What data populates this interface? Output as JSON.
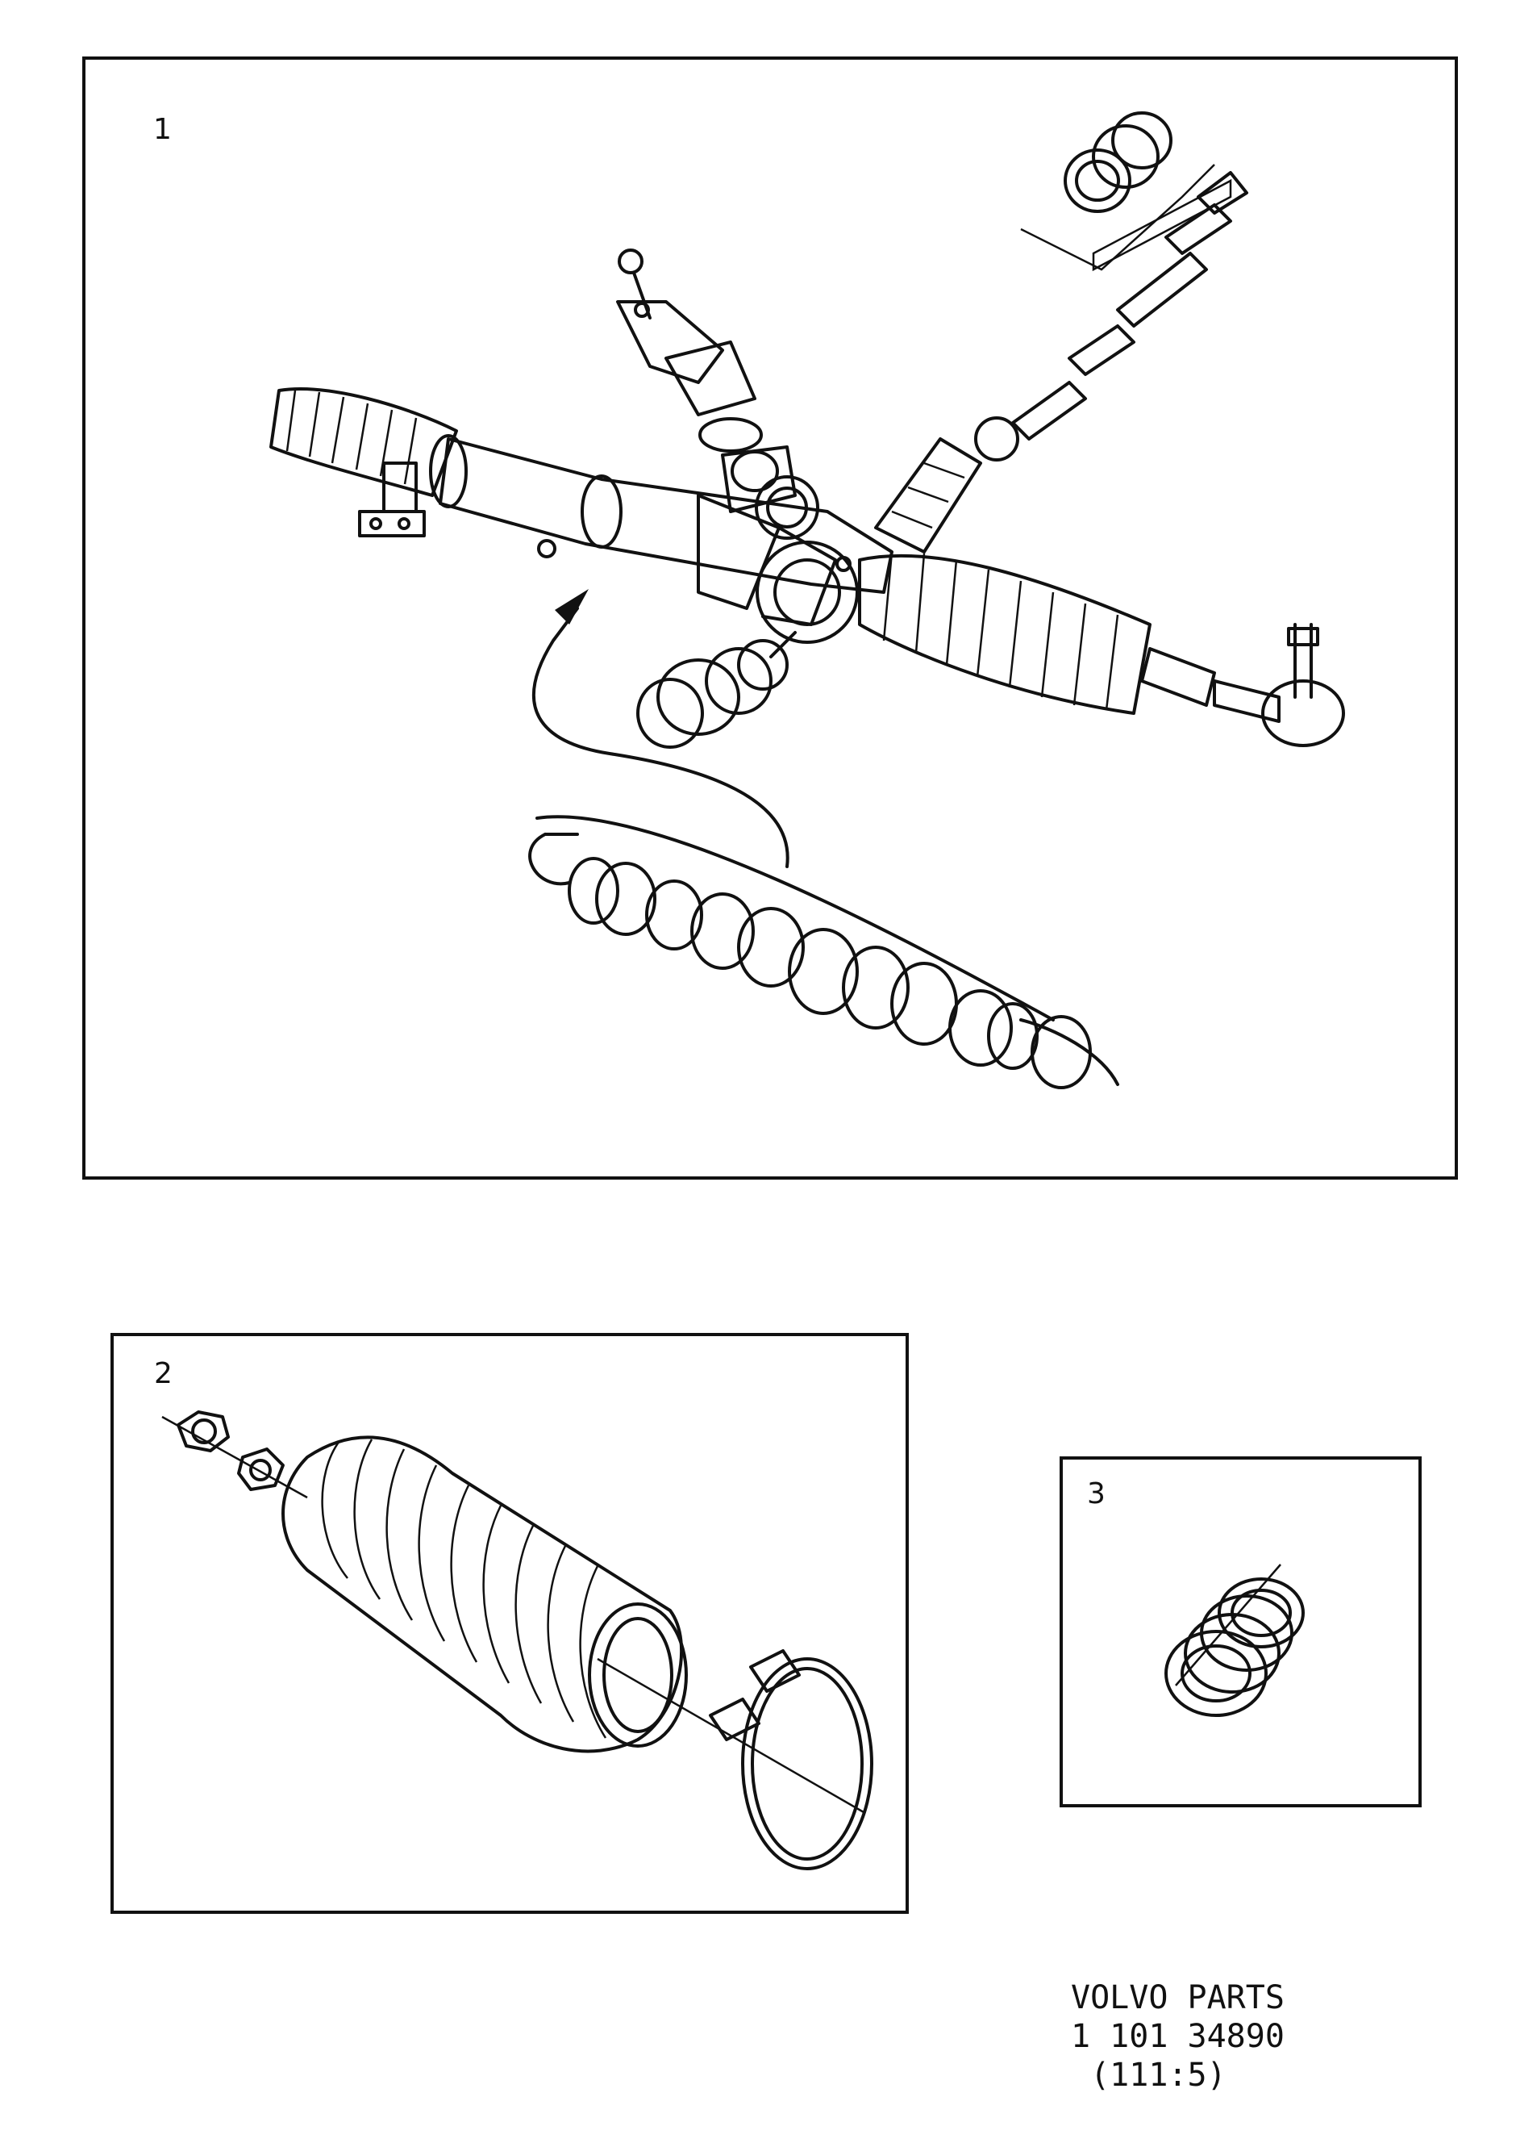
{
  "panels": [
    {
      "number": "1",
      "content": "steering-gear-assembly-exploded"
    },
    {
      "number": "2",
      "content": "bellows-kit"
    },
    {
      "number": "3",
      "content": "seal-kit"
    }
  ],
  "caption": {
    "line1": "VOLVO PARTS",
    "line2": "1 101 34890",
    "line3": " (111:5)"
  }
}
